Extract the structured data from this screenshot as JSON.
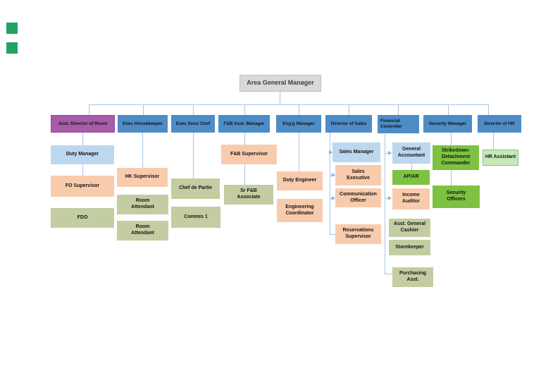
{
  "palette": {
    "root_gray": "#D9D9D9",
    "dept_blue": "#4E8CC7",
    "dept_purple": "#A65CA8",
    "light_blue": "#BDD7EE",
    "peach": "#F8CBAD",
    "olive_green": "#C3CDA1",
    "bright_green": "#7DC242",
    "light_green": "#C7E8BA",
    "connector_blue": "#A6C5E5",
    "margin_square_green": "#21A366"
  },
  "org": {
    "root": "Area General Manager",
    "departments": [
      {
        "label": "Asst. Director of Room",
        "color": "#A65CA8",
        "reports": [
          {
            "label": "Duty Manager",
            "color": "#BDD7EE"
          },
          {
            "label": "FO Supervisor",
            "color": "#F8CBAD"
          },
          {
            "label": "FDO",
            "color": "#C3CDA1"
          }
        ]
      },
      {
        "label": "Exec Housekeeper",
        "color": "#4E8CC7",
        "reports": [
          {
            "label": "HK Supervisor",
            "color": "#F8CBAD"
          },
          {
            "label": "Room\nAttendant",
            "color": "#C3CDA1"
          },
          {
            "label": "Room\nAttendant",
            "color": "#C3CDA1"
          }
        ]
      },
      {
        "label": "Exec Sous Chef",
        "color": "#4E8CC7",
        "reports": [
          {
            "label": "Chef de Partie",
            "color": "#C3CDA1"
          },
          {
            "label": "Commis 1",
            "color": "#C3CDA1"
          }
        ]
      },
      {
        "label": "F&B Asst. Manager",
        "color": "#4E8CC7",
        "reports": [
          {
            "label": "F&B Supervisor",
            "color": "#F8CBAD"
          },
          {
            "label": "Sr F&B\nAssociate",
            "color": "#C3CDA1"
          }
        ]
      },
      {
        "label": "Eng'g Manager",
        "color": "#4E8CC7",
        "reports": [
          {
            "label": "Duty Engineer",
            "color": "#F8CBAD"
          },
          {
            "label": "Engineering\nCoordinator",
            "color": "#F8CBAD"
          }
        ]
      },
      {
        "label": "Director of Sales",
        "color": "#4E8CC7",
        "reports": [
          {
            "label": "Sales Manager",
            "color": "#BDD7EE"
          },
          {
            "label": "Sales\nExecutive",
            "color": "#F8CBAD"
          },
          {
            "label": "Communication\nOfficer",
            "color": "#F8CBAD"
          },
          {
            "label": "Reservations\nSupervisor",
            "color": "#F8CBAD"
          }
        ]
      },
      {
        "label": "Financial\nController",
        "color": "#4E8CC7",
        "reports": [
          {
            "label": "General\nAccountant",
            "color": "#BDD7EE"
          },
          {
            "label": "AP/AR",
            "color": "#7DC242"
          },
          {
            "label": "Income\nAuditor",
            "color": "#F8CBAD"
          },
          {
            "label": "Asst. General\nCashier",
            "color": "#C3CDA1"
          },
          {
            "label": "Storekeeper",
            "color": "#C3CDA1"
          },
          {
            "label": "Purchasing\nAsst.",
            "color": "#C3CDA1"
          }
        ]
      },
      {
        "label": "Security Manager",
        "color": "#4E8CC7",
        "reports": [
          {
            "label": "Strikedown-\nDetachment\nCommander",
            "color": "#7DC242"
          },
          {
            "label": "Security\nOfficers",
            "color": "#7DC242"
          }
        ]
      },
      {
        "label": "Director of HR",
        "color": "#4E8CC7",
        "reports": [
          {
            "label": "HR Assistant",
            "color": "#C7E8BA"
          }
        ]
      }
    ]
  }
}
